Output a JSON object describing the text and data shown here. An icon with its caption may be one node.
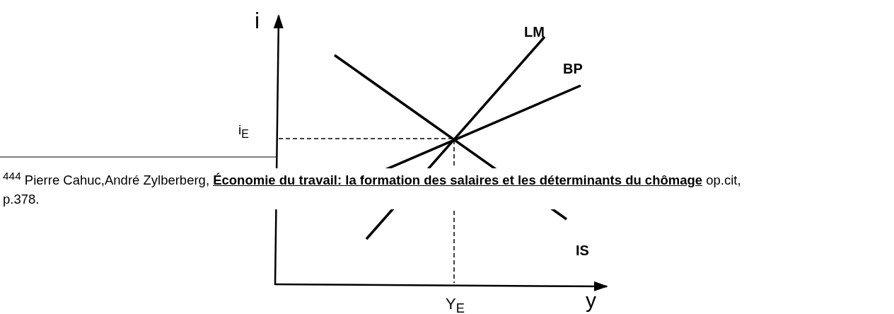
{
  "diagram": {
    "labels": [
      "i",
      "LM",
      "BP",
      "i$_{E}$",
      "$^{444}$ Pierre Cahuc,André Zylberberg, **Économie du travail: la formation des salaires et les déterminants du chômage** op.cit, p.378.",
      "IS",
      "Y$_{E}$",
      "y"
    ]
  }
}
